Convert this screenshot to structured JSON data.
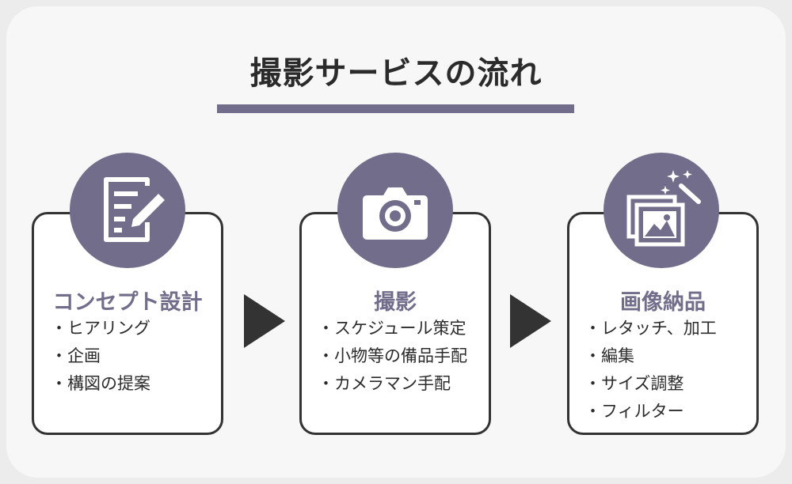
{
  "title": "撮影サービスの流れ",
  "colors": {
    "accent": "#726d8a",
    "text": "#2b2b2b",
    "border": "#333333"
  },
  "steps": [
    {
      "icon": "document-pencil-icon",
      "title": "コンセプト設計",
      "items": [
        "ヒアリング",
        "企画",
        "構図の提案"
      ]
    },
    {
      "icon": "camera-icon",
      "title": "撮影",
      "items": [
        "スケジュール策定",
        "小物等の備品手配",
        "カメラマン手配"
      ]
    },
    {
      "icon": "photo-magic-icon",
      "title": "画像納品",
      "items": [
        "レタッチ、加工",
        "編集",
        "サイズ調整",
        "フィルター"
      ]
    }
  ]
}
